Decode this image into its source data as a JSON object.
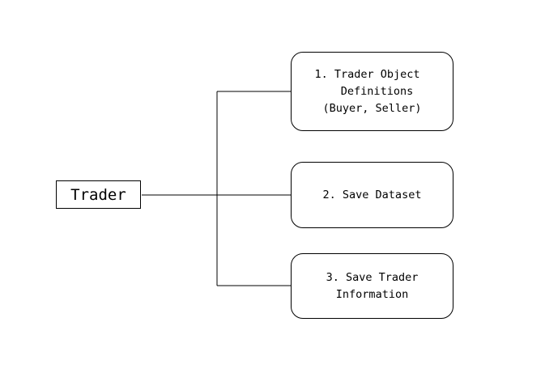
{
  "root": {
    "label": "Trader"
  },
  "children": [
    {
      "lines": [
        "1. Trader Object",
        "Definitions",
        "(Buyer, Seller)"
      ]
    },
    {
      "lines": [
        "2. Save Dataset"
      ]
    },
    {
      "lines": [
        "3. Save Trader",
        "Information"
      ]
    }
  ],
  "colors": {
    "stroke": "#000000",
    "background": "#ffffff"
  }
}
